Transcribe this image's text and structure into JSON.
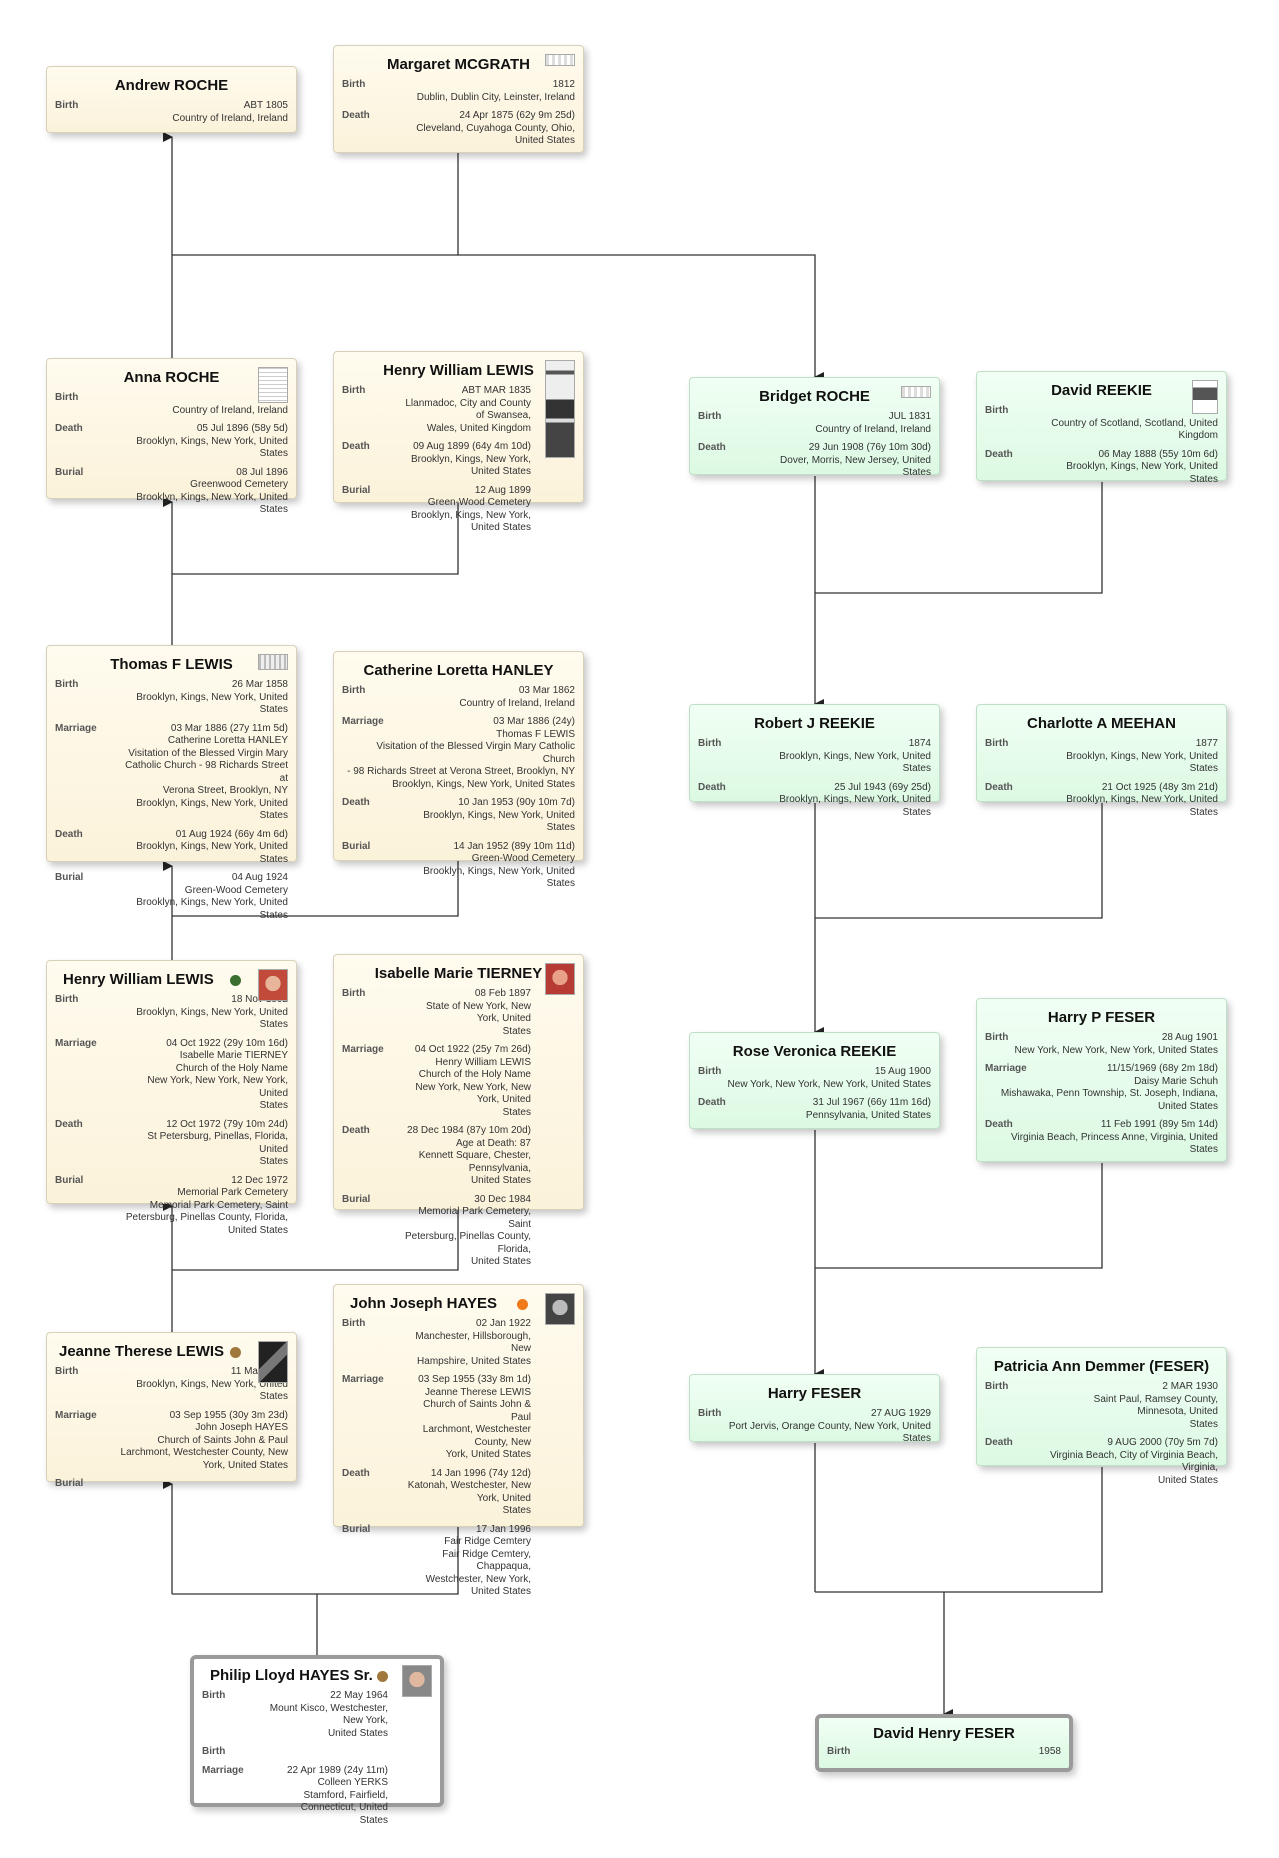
{
  "people": {
    "andrew_roche": {
      "name": "Andrew ROCHE",
      "birth_label": "Birth",
      "birth_value": "ABT 1805\nCountry of Ireland, Ireland"
    },
    "margaret_mcgrath": {
      "name": "Margaret MCGRATH",
      "birth_label": "Birth",
      "birth_value": "1812\nDublin, Dublin City, Leinster, Ireland",
      "death_label": "Death",
      "death_value": "24 Apr 1875 (62y 9m 25d)\nCleveland, Cuyahoga County, Ohio,\nUnited States"
    },
    "anna_roche": {
      "name": "Anna ROCHE",
      "birth_label": "Birth",
      "birth_value": "1838\nCountry of Ireland, Ireland",
      "death_label": "Death",
      "death_value": "05 Jul 1896 (58y 5d)\nBrooklyn, Kings, New York, United States",
      "burial_label": "Burial",
      "burial_value": "08 Jul 1896\nGreenwood Cemetery\nBrooklyn, Kings, New York, United States"
    },
    "henry_william_lewis_sr": {
      "name": "Henry William LEWIS",
      "birth_label": "Birth",
      "birth_value": "ABT MAR 1835\nLlanmadoc, City and County of Swansea,\nWales, United Kingdom",
      "death_label": "Death",
      "death_value": "09 Aug 1899 (64y 4m 10d)\nBrooklyn, Kings, New York, United States",
      "burial_label": "Burial",
      "burial_value": "12 Aug 1899\nGreen-Wood Cemetery\nBrooklyn, Kings, New York, United States"
    },
    "bridget_roche": {
      "name": "Bridget ROCHE",
      "birth_label": "Birth",
      "birth_value": "JUL 1831\nCountry of Ireland, Ireland",
      "death_label": "Death",
      "death_value": "29 Jun 1908 (76y 10m 30d)\nDover, Morris, New Jersey, United States"
    },
    "david_reekie": {
      "name": "David REEKIE",
      "birth_label": "Birth",
      "birth_value": "1832\nCountry of Scotland, Scotland, United\nKingdom",
      "death_label": "Death",
      "death_value": "06 May 1888 (55y 10m 6d)\nBrooklyn, Kings, New York, United States"
    },
    "thomas_f_lewis": {
      "name": "Thomas F LEWIS",
      "birth_label": "Birth",
      "birth_value": "26 Mar 1858\nBrooklyn, Kings, New York, United States",
      "marriage_label": "Marriage",
      "marriage_value": "03 Mar 1886 (27y 11m 5d)\nCatherine Loretta HANLEY\nVisitation of the Blessed Virgin Mary\nCatholic Church - 98 Richards Street at\nVerona Street, Brooklyn, NY\nBrooklyn, Kings, New York, United States",
      "death_label": "Death",
      "death_value": "01 Aug 1924 (66y 4m 6d)\nBrooklyn, Kings, New York, United States",
      "burial_label": "Burial",
      "burial_value": "04 Aug 1924\nGreen-Wood Cemetery\nBrooklyn, Kings, New York, United States"
    },
    "catherine_hanley": {
      "name": "Catherine Loretta HANLEY",
      "birth_label": "Birth",
      "birth_value": "03 Mar 1862\nCountry of Ireland, Ireland",
      "marriage_label": "Marriage",
      "marriage_value": "03 Mar 1886 (24y)\nThomas F LEWIS\nVisitation of the Blessed Virgin Mary Catholic Church\n- 98 Richards Street at Verona Street, Brooklyn, NY\nBrooklyn, Kings, New York, United States",
      "death_label": "Death",
      "death_value": "10 Jan 1953 (90y 10m 7d)\nBrooklyn, Kings, New York, United States",
      "burial_label": "Burial",
      "burial_value": "14 Jan 1952 (89y 10m 11d)\nGreen-Wood Cemetery\nBrooklyn, Kings, New York, United States"
    },
    "robert_reekie": {
      "name": "Robert J REEKIE",
      "birth_label": "Birth",
      "birth_value": "1874\nBrooklyn, Kings, New York, United States",
      "death_label": "Death",
      "death_value": "25 Jul 1943 (69y 25d)\nBrooklyn, Kings, New York, United States"
    },
    "charlotte_meehan": {
      "name": "Charlotte A MEEHAN",
      "birth_label": "Birth",
      "birth_value": "1877\nBrooklyn, Kings, New York, United States",
      "death_label": "Death",
      "death_value": "21 Oct 1925 (48y 3m 21d)\nBrooklyn, Kings, New York, United States"
    },
    "henry_william_lewis_jr": {
      "name": "Henry William LEWIS",
      "birth_label": "Birth",
      "birth_value": "18 Nov 1892\nBrooklyn, Kings, New York, United States",
      "marriage_label": "Marriage",
      "marriage_value": "04 Oct 1922 (29y 10m 16d)\nIsabelle Marie TIERNEY\nChurch of the Holy Name\nNew York, New York, New York, United\nStates",
      "death_label": "Death",
      "death_value": "12 Oct 1972 (79y 10m 24d)\nSt Petersburg, Pinellas, Florida, United\nStates",
      "burial_label": "Burial",
      "burial_value": "12 Dec 1972\nMemorial Park Cemetery\nMemorial Park Cemetery, Saint\nPetersburg, Pinellas County, Florida,\nUnited States"
    },
    "isabelle_tierney": {
      "name": "Isabelle Marie TIERNEY",
      "birth_label": "Birth",
      "birth_value": "08 Feb 1897\nState of New York, New York, United\nStates",
      "marriage_label": "Marriage",
      "marriage_value": "04 Oct 1922 (25y 7m 26d)\nHenry William LEWIS\nChurch of the Holy Name\nNew York, New York, New York, United\nStates",
      "death_label": "Death",
      "death_value": "28 Dec 1984 (87y 10m 20d)\nAge at Death: 87\nKennett Square, Chester, Pennsylvania,\nUnited States",
      "burial_label": "Burial",
      "burial_value": "30 Dec 1984\nMemorial Park Cemetery, Saint\nPetersburg, Pinellas County, Florida,\nUnited States"
    },
    "rose_reekie": {
      "name": "Rose Veronica REEKIE",
      "birth_label": "Birth",
      "birth_value": "15 Aug 1900\nNew York, New York, New York, United States",
      "death_label": "Death",
      "death_value": "31 Jul 1967 (66y 11m 16d)\nPennsylvania, United States"
    },
    "harry_p_feser": {
      "name": "Harry P FESER",
      "birth_label": "Birth",
      "birth_value": "28 Aug 1901\nNew York, New York, New York, United States",
      "marriage_label": "Marriage",
      "marriage_value": "11/15/1969 (68y 2m 18d)\nDaisy Marie Schuh\nMishawaka, Penn Township, St. Joseph, Indiana,\nUnited States",
      "death_label": "Death",
      "death_value": "11 Feb 1991 (89y 5m 14d)\nVirginia Beach, Princess Anne, Virginia, United\nStates"
    },
    "john_hayes": {
      "name": "John Joseph HAYES",
      "birth_label": "Birth",
      "birth_value": "02 Jan 1922\nManchester, Hillsborough, New\nHampshire, United States",
      "marriage_label": "Marriage",
      "marriage_value": "03 Sep 1955 (33y 8m 1d)\nJeanne Therese LEWIS\nChurch of Saints John & Paul\nLarchmont, Westchester County, New\nYork, United States",
      "death_label": "Death",
      "death_value": "14 Jan 1996 (74y 12d)\nKatonah, Westchester, New York, United\nStates",
      "burial_label": "Burial",
      "burial_value": "17 Jan 1996\nFair Ridge Cemtery\nFair Ridge Cemtery, Chappaqua,\nWestchester, New York, United States"
    },
    "jeanne_lewis": {
      "name": "Jeanne Therese LEWIS",
      "birth_label": "Birth",
      "birth_value": "11 May 1925\nBrooklyn, Kings, New York, United States",
      "marriage_label": "Marriage",
      "marriage_value": "03 Sep 1955 (30y 3m 23d)\nJohn Joseph HAYES\nChurch of Saints John & Paul\nLarchmont, Westchester County, New\nYork, United States",
      "burial_label": "Burial",
      "burial_value": ""
    },
    "harry_feser": {
      "name": "Harry FESER",
      "birth_label": "Birth",
      "birth_value": "27 AUG 1929\nPort Jervis, Orange County, New York, United States"
    },
    "patricia_demmer": {
      "name": "Patricia Ann Demmer (FESER)",
      "birth_label": "Birth",
      "birth_value": "2 MAR 1930\nSaint Paul, Ramsey County, Minnesota, United\nStates",
      "death_label": "Death",
      "death_value": "9 AUG 2000 (70y 5m 7d)\nVirginia Beach, City of Virginia Beach, Virginia,\nUnited States"
    },
    "philip_hayes": {
      "name": "Philip Lloyd HAYES Sr.",
      "birth_label": "Birth",
      "birth_value": "22 May 1964\nMount Kisco, Westchester, New York,\nUnited States",
      "birth2_label": "Birth",
      "birth2_value": "",
      "marriage_label": "Marriage",
      "marriage_value": "22 Apr 1989 (24y 11m)\nColleen YERKS\nStamford, Fairfield, Connecticut, United\nStates"
    },
    "david_feser": {
      "name": "David Henry FESER",
      "birth_label": "Birth",
      "birth_value": "1958"
    }
  },
  "colors": {
    "male_card_bg": "#fbf2da",
    "female_card_bg": "#dcf9e3",
    "connector": "#333333",
    "dot_green": "#3b6e2f",
    "dot_brown": "#a0783c",
    "dot_orange": "#f07a1a"
  },
  "icons": {
    "photo": "photo-thumbnail-icon",
    "document": "document-thumbnail-icon",
    "status_dot": "status-dot-icon"
  }
}
